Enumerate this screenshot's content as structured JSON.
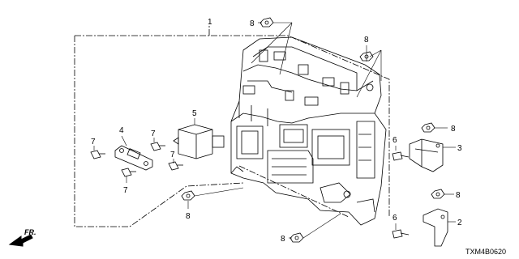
{
  "diagram": {
    "callouts": {
      "c1": "1",
      "c2": "2",
      "c3": "3",
      "c4": "4",
      "c5": "5",
      "c6a": "6",
      "c6b": "6",
      "c7a": "7",
      "c7b": "7",
      "c7c": "7",
      "c7d": "7",
      "c8a": "8",
      "c8b": "8",
      "c8c": "8",
      "c8d": "8",
      "c8e": "8",
      "c8f": "8"
    },
    "front_indicator": "FR.",
    "diagram_code": "TXM4B0620"
  }
}
